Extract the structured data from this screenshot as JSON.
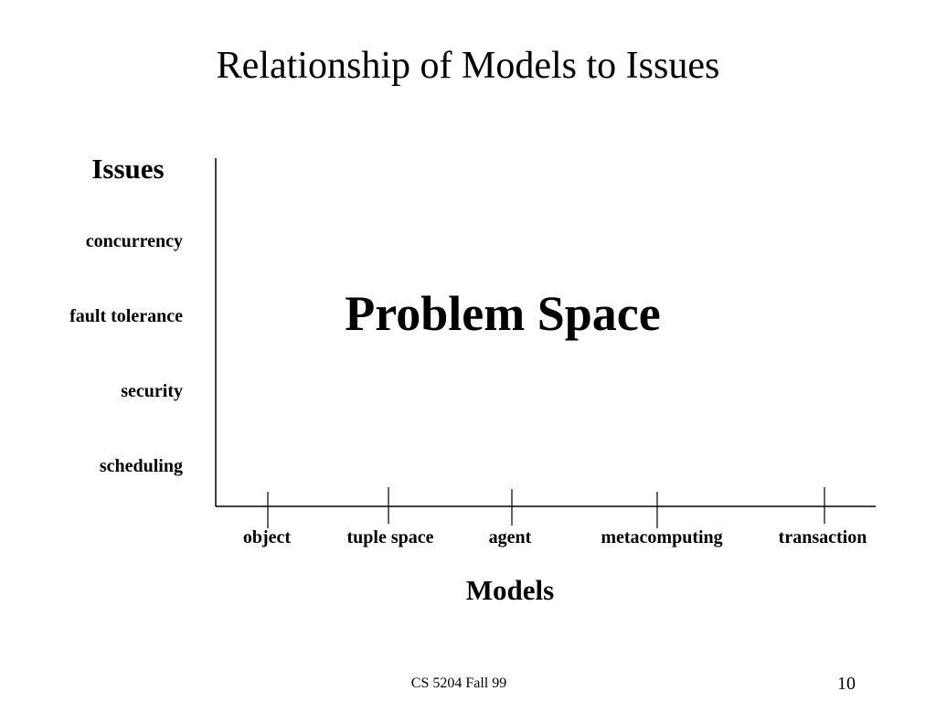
{
  "slide": {
    "title": "Relationship of Models to Issues",
    "footer_course": "CS 5204 Fall 99",
    "page_number": "10"
  },
  "diagram": {
    "y_axis_heading": "Issues",
    "x_axis_heading": "Models",
    "center_label": "Problem Space",
    "issues": [
      "concurrency",
      "fault tolerance",
      "security",
      "scheduling"
    ],
    "models": [
      "object",
      "tuple space",
      "agent",
      "metacomputing",
      "transaction"
    ]
  }
}
